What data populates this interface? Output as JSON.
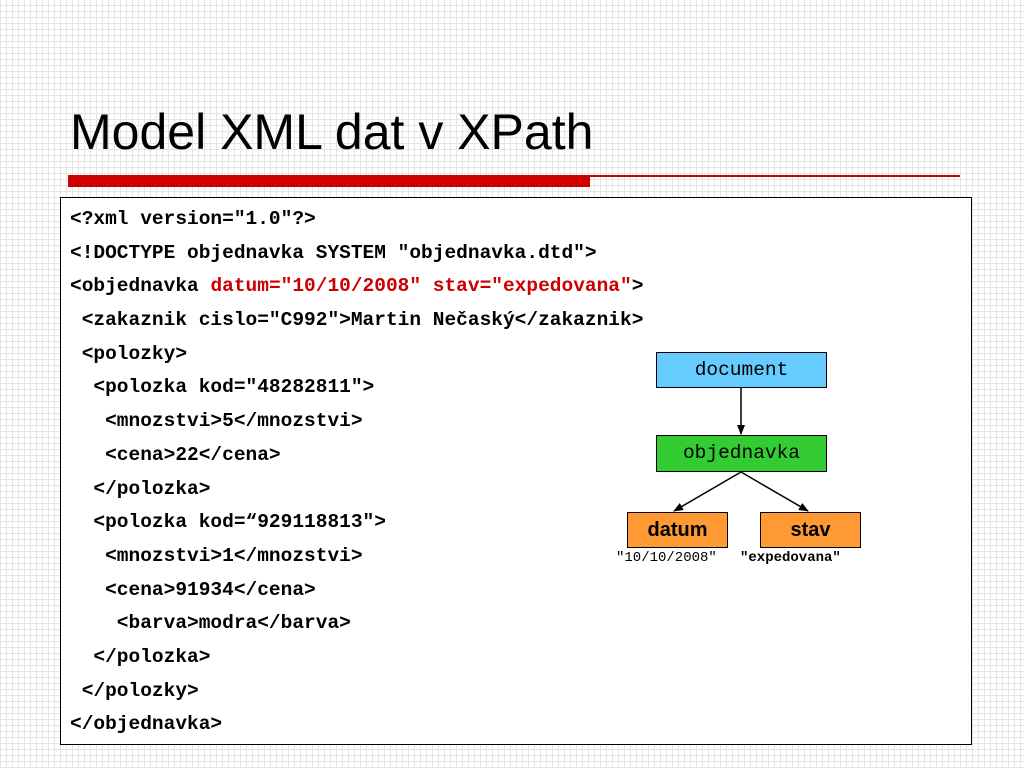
{
  "slide": {
    "title": "Model XML dat v XPath"
  },
  "code": {
    "lines": [
      [
        {
          "text": "<?xml version=\"1.0\"?>"
        }
      ],
      [
        {
          "text": "<!DOCTYPE objednavka SYSTEM \"objednavka.dtd\">"
        }
      ],
      [
        {
          "text": "<objednavka "
        },
        {
          "text": "datum=\"10/10/2008\" stav=\"expedovana\"",
          "highlight": true
        },
        {
          "text": ">"
        }
      ],
      [
        {
          "text": " <zakaznik cislo=\"C992\">Martin Nečaský</zakaznik>"
        }
      ],
      [
        {
          "text": " <polozky>"
        }
      ],
      [
        {
          "text": "  <polozka kod=\"48282811\">"
        }
      ],
      [
        {
          "text": "   <mnozstvi>5</mnozstvi>"
        }
      ],
      [
        {
          "text": "   <cena>22</cena>"
        }
      ],
      [
        {
          "text": "  </polozka>"
        }
      ],
      [
        {
          "text": "  <polozka kod=“929118813\">"
        }
      ],
      [
        {
          "text": "   <mnozstvi>1</mnozstvi>"
        }
      ],
      [
        {
          "text": "   <cena>91934</cena>"
        }
      ],
      [
        {
          "text": "    <barva>modra</barva>"
        }
      ],
      [
        {
          "text": "  </polozka>"
        }
      ],
      [
        {
          "text": " </polozky>"
        }
      ],
      [
        {
          "text": "</objednavka>"
        }
      ]
    ]
  },
  "tree": {
    "document": "document",
    "root": "objednavka",
    "attributes": [
      {
        "name": "datum",
        "value": "\"10/10/2008\""
      },
      {
        "name": "stav",
        "value": "\"expedovana\""
      }
    ]
  },
  "colors": {
    "title_rule": "#cc0000",
    "attribute_highlight": "#cc0000",
    "document_node": "#66ccff",
    "element_node": "#33cc33",
    "attribute_node": "#ff9933"
  }
}
